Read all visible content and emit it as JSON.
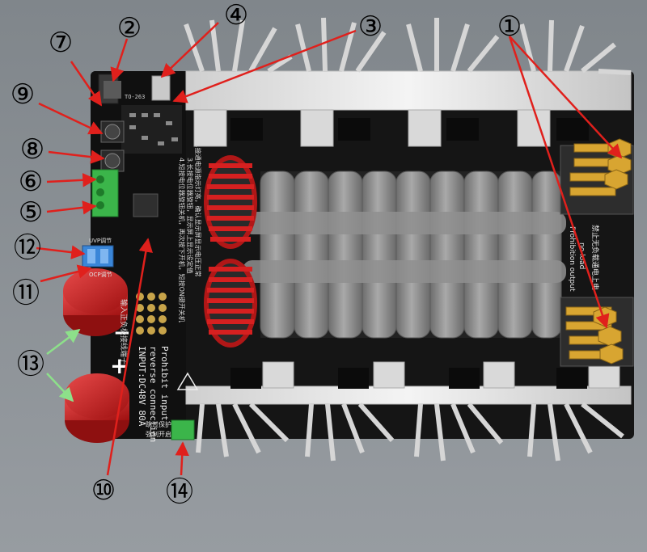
{
  "callouts": [
    {
      "id": "1",
      "symbol": "①"
    },
    {
      "id": "2",
      "symbol": "②"
    },
    {
      "id": "3",
      "symbol": "③"
    },
    {
      "id": "4",
      "symbol": "④"
    },
    {
      "id": "5",
      "symbol": "⑤"
    },
    {
      "id": "6",
      "symbol": "⑥"
    },
    {
      "id": "7",
      "symbol": "⑦"
    },
    {
      "id": "8",
      "symbol": "⑧"
    },
    {
      "id": "9",
      "symbol": "⑨"
    },
    {
      "id": "10",
      "symbol": "⑩"
    },
    {
      "id": "11",
      "symbol": "⑪"
    },
    {
      "id": "12",
      "symbol": "⑫"
    },
    {
      "id": "13",
      "symbol": "⑬"
    },
    {
      "id": "14",
      "symbol": "⑭"
    }
  ],
  "board": {
    "silk_line1": "Prohibit input",
    "silk_line2": "reverse connection",
    "silk_line3": "INPUT:DC48V 80A",
    "uvp_label": "UVP调节",
    "ocp_label": "OCP调节",
    "minus": "−",
    "plus": "+",
    "chip_label": "TO-263",
    "right_label1": "Prohibition output",
    "right_label2": "no load",
    "right_label3": "禁止无负载通电上电",
    "bottom_label1": "跳过保护",
    "bottom_label2": "强制开启",
    "notes": [
      "2.接通电源指示灯亮，确认显示屏显示电压正常",
      "3.长按电位器旋钮，显示屏上显示设定值",
      "4.短按电位器旋钮关机，再次按下开机，短按ON键开关机"
    ],
    "input_label": "输入正负极接线端子"
  },
  "colors": {
    "pcb": "#151515",
    "callout_line": "#e0201c",
    "green_arrow": "#8de08a",
    "capacitor": "#8c8c8c",
    "inductor": "#d62020",
    "heatsink": "#e6e6e6",
    "gold": "#d8a531"
  }
}
